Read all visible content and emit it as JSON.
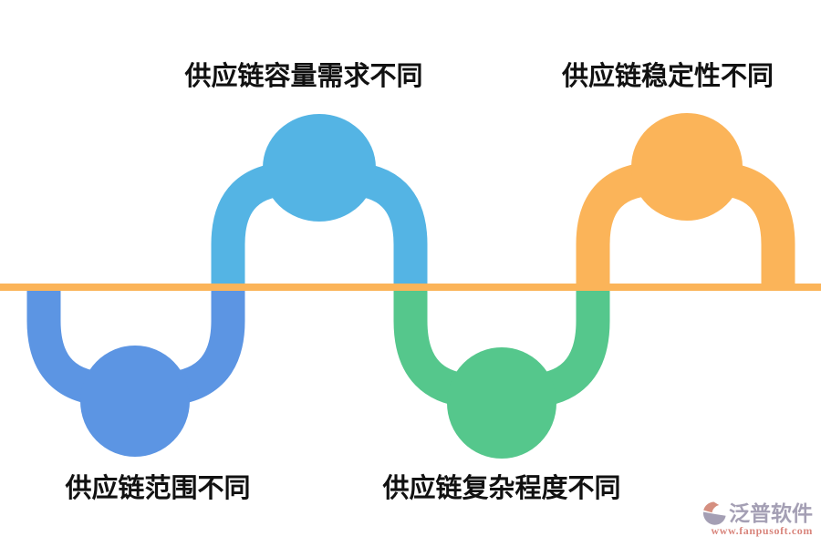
{
  "diagram": {
    "type": "alternating-wave-infographic",
    "topic_sections": [
      {
        "label": "供应链容量需求不同",
        "shape": "arch-above-baseline",
        "color": "#54B4E4",
        "label_position": "top-left"
      },
      {
        "label": "供应链稳定性不同",
        "shape": "arch-above-baseline",
        "color": "#FBB459",
        "label_position": "top-right"
      },
      {
        "label": "供应链范围不同",
        "shape": "u-below-baseline",
        "color": "#5C95E3",
        "label_position": "bottom-left"
      },
      {
        "label": "供应链复杂程度不同",
        "shape": "u-below-baseline",
        "color": "#55C78C",
        "label_position": "bottom-right"
      }
    ],
    "baseline": {
      "orientation": "horizontal",
      "color": "#FBB459"
    }
  },
  "palette": {
    "royal_blue": "#5C95E3",
    "sky_blue": "#54B4E4",
    "green": "#55C78C",
    "orange": "#FBB459",
    "label_text": "#111111",
    "logo_grey": "#A49FB4",
    "logo_salmon": "#D9857C"
  },
  "logo": {
    "name": "泛普软件",
    "url": "www.fanpusoft.com"
  }
}
